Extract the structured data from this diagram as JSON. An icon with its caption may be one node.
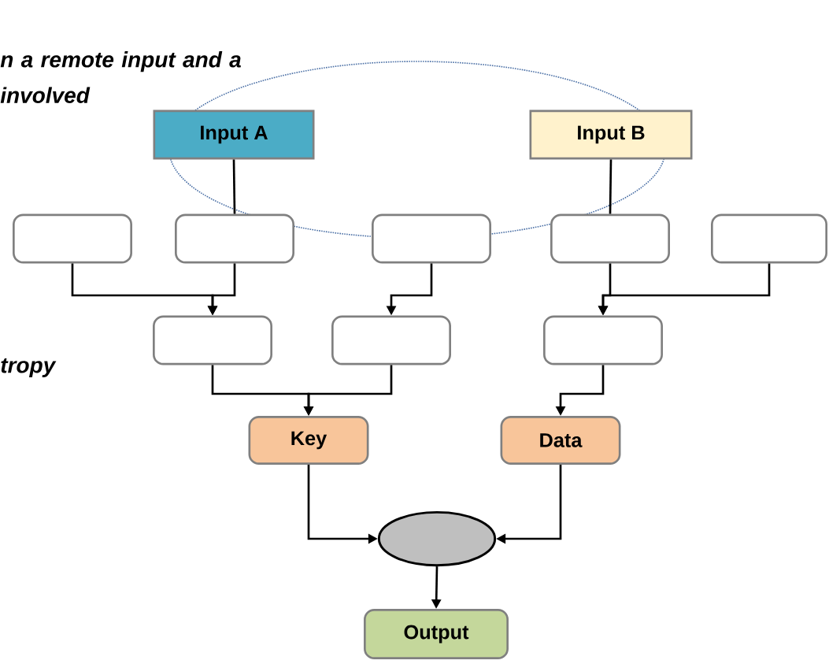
{
  "diagram": {
    "nodes": [
      {
        "text": [
          "Input A"
        ]
      },
      {
        "text": [
          "Input B"
        ]
      },
      {
        "text": [],
        "shape": "box"
      },
      {
        "text": [],
        "shape": "box"
      },
      {
        "text": [],
        "shape": "box"
      },
      {
        "text": [],
        "shape": "box"
      },
      {
        "text": [],
        "shape": "box"
      },
      {
        "text": [],
        "shape": "box"
      },
      {
        "text": [],
        "shape": "box"
      },
      {
        "text": [],
        "shape": "box"
      },
      {
        "text": [
          "Key"
        ]
      },
      {
        "text": [
          "Data"
        ]
      },
      {
        "text": [],
        "shape": "ellipse"
      },
      {
        "text": [
          "Output"
        ]
      }
    ],
    "edges": [
      {
        "from": 0,
        "to": 3,
        "arrow": "none"
      },
      {
        "from": 1,
        "to": 5,
        "arrow": "none"
      },
      {
        "from": 2,
        "to": 7,
        "arrow": "to"
      },
      {
        "from": 3,
        "to": 7,
        "arrow": "to"
      },
      {
        "from": 4,
        "to": 8,
        "arrow": "to"
      },
      {
        "from": 5,
        "to": 9,
        "arrow": "to"
      },
      {
        "from": 6,
        "to": 9,
        "arrow": "to"
      },
      {
        "from": 7,
        "to": 10,
        "arrow": "to"
      },
      {
        "from": 8,
        "to": 10,
        "arrow": "to"
      },
      {
        "from": 9,
        "to": 11,
        "arrow": "to"
      },
      {
        "from": 10,
        "to": 12,
        "arrow": "to"
      },
      {
        "from": 11,
        "to": 12,
        "arrow": "to"
      },
      {
        "from": 12,
        "to": 13,
        "arrow": "to"
      }
    ],
    "labels": [
      "n a remote input and a involved",
      "tropy"
    ]
  }
}
